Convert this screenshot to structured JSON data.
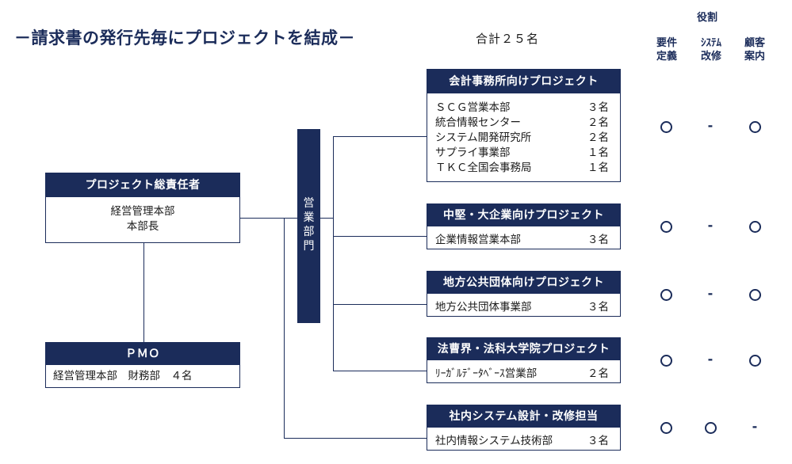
{
  "title": "－請求書の発行先毎にプロジェクトを結成－",
  "total": "合計２５名",
  "roles": {
    "group_label": "役割",
    "cols": [
      "要件\n定義",
      "ｼｽﾃﾑ\n改修",
      "顧客\n案内"
    ]
  },
  "leader": {
    "title": "プロジェクト総責任者",
    "lines": [
      "経営管理本部",
      "本部長"
    ]
  },
  "pmo": {
    "title": "ＰＭＯ",
    "line": "経営管理本部　財務部　４名"
  },
  "sales_dept": {
    "chars": [
      "営",
      "業",
      "部",
      "門"
    ]
  },
  "projects": [
    {
      "title": "会計事務所向けプロジェクト",
      "members": [
        {
          "name": "ＳＣＧ営業本部",
          "count": "３名"
        },
        {
          "name": "統合情報センター",
          "count": "２名"
        },
        {
          "name": "システム開発研究所",
          "count": "２名"
        },
        {
          "name": "サプライ事業部",
          "count": "１名"
        },
        {
          "name": "ＴＫＣ全国会事務局",
          "count": "１名"
        }
      ],
      "roles": [
        "○",
        "-",
        "○"
      ]
    },
    {
      "title": "中堅・大企業向けプロジェクト",
      "members": [
        {
          "name": "企業情報営業本部",
          "count": "３名"
        }
      ],
      "roles": [
        "○",
        "-",
        "○"
      ]
    },
    {
      "title": "地方公共団体向けプロジェクト",
      "members": [
        {
          "name": "地方公共団体事業部",
          "count": "３名"
        }
      ],
      "roles": [
        "○",
        "-",
        "○"
      ]
    },
    {
      "title": "法曹界・法科大学院プロジェクト",
      "members": [
        {
          "name": "ﾘｰｶﾞﾙﾃﾞｰﾀﾍﾞｰｽ営業部",
          "count": "２名"
        }
      ],
      "roles": [
        "○",
        "-",
        "○"
      ]
    },
    {
      "title": "社内システム設計・改修担当",
      "members": [
        {
          "name": "社内情報システム技術部",
          "count": "３名"
        }
      ],
      "roles": [
        "○",
        "○",
        "-"
      ]
    }
  ]
}
